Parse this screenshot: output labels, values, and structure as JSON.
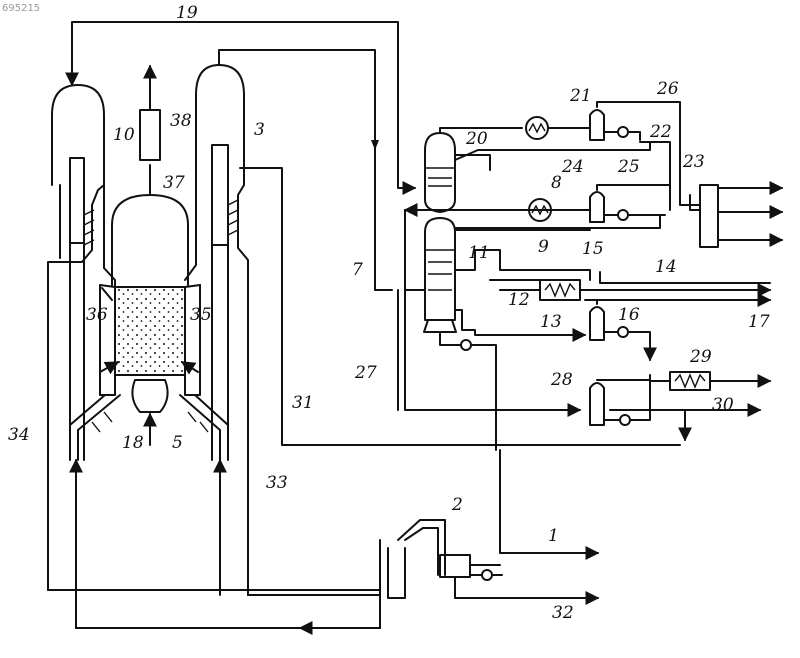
{
  "watermark": "695215",
  "labels": {
    "l1": "1",
    "l2": "2",
    "l3": "3",
    "l5": "5",
    "l7": "7",
    "l8": "8",
    "l9": "9",
    "l10": "10",
    "l11": "11",
    "l12": "12",
    "l13": "13",
    "l14": "14",
    "l15": "15",
    "l16": "16",
    "l17": "17",
    "l18": "18",
    "l19": "19",
    "l20": "20",
    "l21": "21",
    "l22": "22",
    "l23": "23",
    "l24": "24",
    "l25": "25",
    "l26": "26",
    "l27": "27",
    "l28": "28",
    "l29": "29",
    "l30": "30",
    "l31": "31",
    "l32": "32",
    "l33": "33",
    "l34": "34",
    "l35": "35",
    "l36": "36",
    "l37": "37",
    "l38": "38"
  }
}
